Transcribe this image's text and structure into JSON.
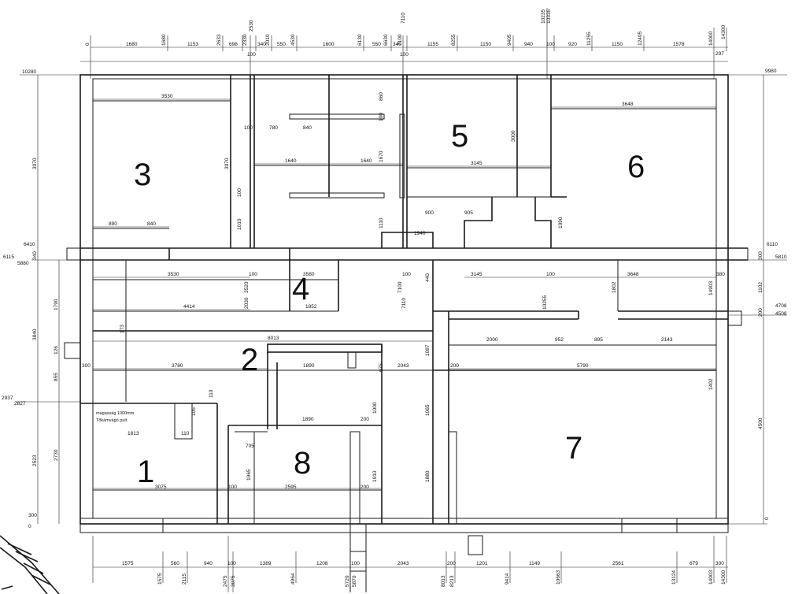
{
  "rooms": [
    "1",
    "2",
    "3",
    "4",
    "5",
    "6",
    "7",
    "8"
  ],
  "note": {
    "line1": "magasság 1000mm",
    "line2": "Tőkámvágó pult"
  },
  "dims_top": [
    "1680",
    "1680",
    "1153",
    "2633",
    "698",
    "2330",
    "2530",
    "340",
    "2010",
    "550",
    "4530",
    "1600",
    "6130",
    "550",
    "6630",
    "340",
    "7100",
    "7110",
    "1155",
    "8255",
    "1150",
    "9405",
    "940",
    "10235",
    "10335",
    "100",
    "920",
    "11255",
    "1150",
    "12405",
    "1578",
    "14000",
    "14300",
    "297",
    "0",
    "100",
    "100"
  ],
  "dims_side": [
    "10280",
    "9980",
    "3070",
    "6410",
    "6115",
    "5880",
    "340",
    "6110",
    "5810",
    "300",
    "1102",
    "4708",
    "4508",
    "200",
    "4500",
    "3840",
    "1790",
    "126",
    "855",
    "2937",
    "2827",
    "2730",
    "2523",
    "300",
    "0",
    "0",
    "1402",
    "14903"
  ],
  "dims_room": [
    "3530",
    "780",
    "840",
    "100",
    "1640",
    "1640",
    "1670",
    "3070",
    "860",
    "100",
    "3145",
    "3000",
    "3648",
    "890",
    "840",
    "1010",
    "100",
    "1110",
    "900",
    "905",
    "1940",
    "1090",
    "3530",
    "3580",
    "100",
    "100",
    "3145",
    "100",
    "3648",
    "380",
    "4414",
    "1852",
    "3520",
    "2030",
    "7100",
    "7110",
    "10255",
    "8013",
    "2000",
    "952",
    "895",
    "2143",
    "3780",
    "300",
    "110",
    "1890",
    "2043",
    "200",
    "5790",
    "1813",
    "110",
    "705",
    "1890",
    "200",
    "1000",
    "1965",
    "3075",
    "100",
    "2595",
    "200",
    "1910",
    "1880",
    "1065",
    "1087",
    "1802",
    "173",
    "440",
    "105",
    "975"
  ],
  "dims_bottom": [
    "1575",
    "560",
    "940",
    "100",
    "1389",
    "1208",
    "100",
    "2043",
    "200",
    "1201",
    "1149",
    "2561",
    "679",
    "300",
    "1575",
    "2115",
    "2475",
    "3075",
    "4964",
    "5720",
    "5870",
    "8013",
    "8213",
    "9414",
    "10663",
    "13124",
    "14003",
    "14300"
  ]
}
